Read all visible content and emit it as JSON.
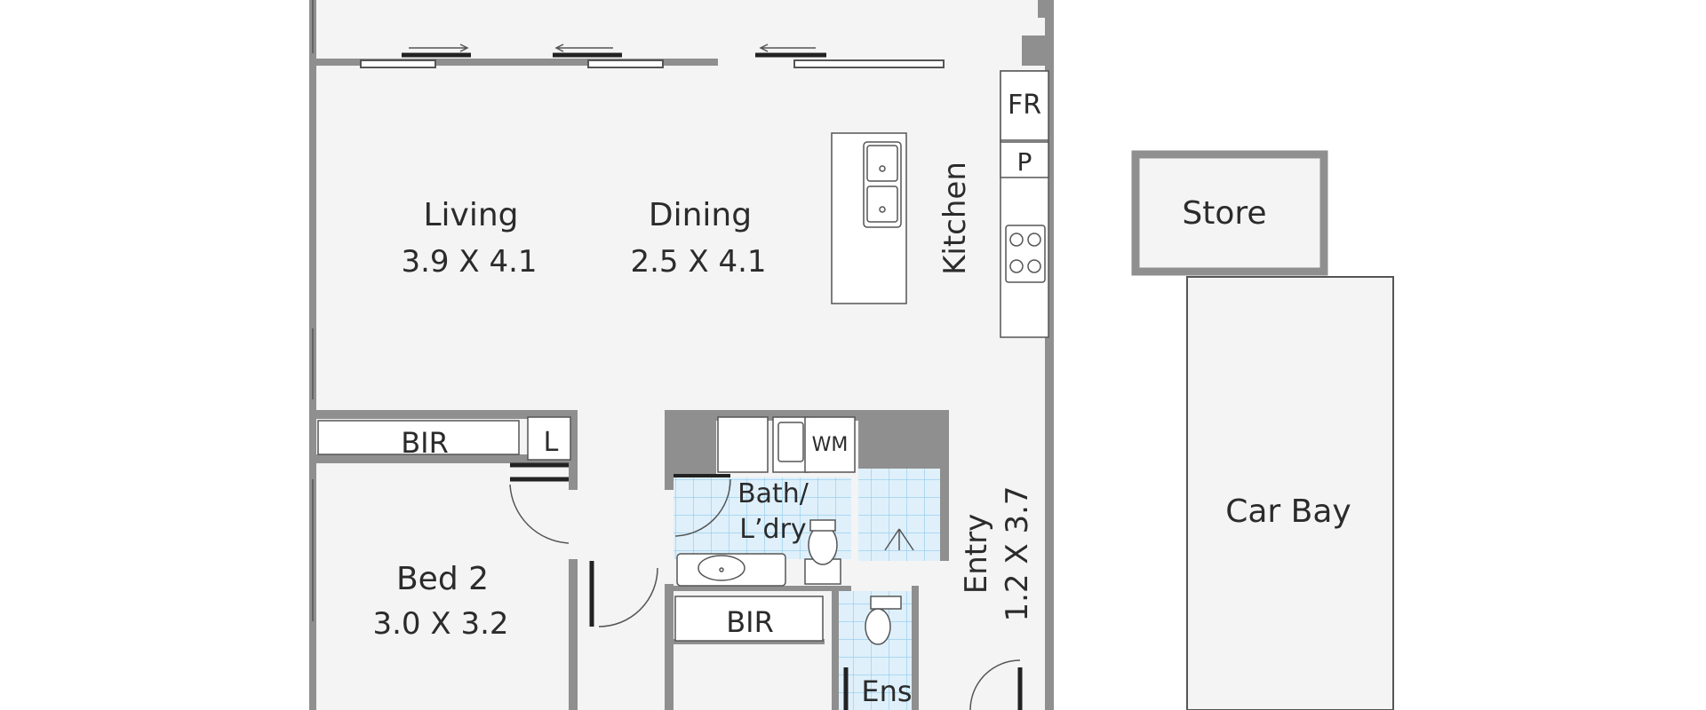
{
  "rooms": {
    "living": {
      "name": "Living",
      "dims": "3.9 X 4.1"
    },
    "dining": {
      "name": "Dining",
      "dims": "2.5 X 4.1"
    },
    "kitchen": {
      "name": "Kitchen"
    },
    "fridge": {
      "name": "FR"
    },
    "pantry": {
      "name": "P"
    },
    "store": {
      "name": "Store"
    },
    "car_bay": {
      "name": "Car Bay"
    },
    "bir_top": {
      "name": "BIR"
    },
    "linen": {
      "name": "L"
    },
    "bath": {
      "name_line1": "Bath/",
      "name_line2": "L’dry"
    },
    "washing_machine": {
      "name": "WM"
    },
    "bed2": {
      "name": "Bed 2",
      "dims": "3.0 X 3.2"
    },
    "bir_mid": {
      "name": "BIR"
    },
    "ensuite": {
      "name": "Ens"
    },
    "entry": {
      "name": "Entry",
      "dims": "1.2 X 3.7"
    }
  },
  "colors": {
    "background": "#ffffff",
    "floor": "#f4f4f4",
    "wall": "#8f8f8f",
    "wet_area_tile": "#dff0fb",
    "tile_grid": "#8ecbeb",
    "fixture_stroke": "#555555",
    "label": "#2b2b2b"
  }
}
